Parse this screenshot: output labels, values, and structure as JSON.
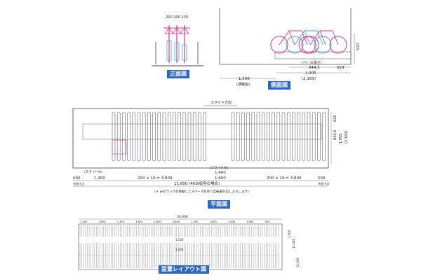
{
  "front": {
    "title": "正面図",
    "dims": [
      "200",
      "200",
      "200"
    ]
  },
  "side": {
    "title": "側面図",
    "height": "520",
    "base_label": "(ベース長さ)",
    "base": "844.5",
    "rear": "620",
    "total": "2,005",
    "total_paren": "(2,160)",
    "aisle": "1,500",
    "aisle_note": "(通路幅)"
  },
  "plan": {
    "title": "平面図",
    "slide_direction": "スライド方向",
    "slide_width_left": "(スライド巾)",
    "slide_width_center": "(スライド巾)",
    "left_margin_label": "余裕寸法",
    "right_margin_label": "余裕寸法",
    "margin_left": "500",
    "margin_right": "500",
    "slide_left": "1,400",
    "slide_center": "1,400",
    "seg1": "200 × 19 = 3,800",
    "seg2": "1,600",
    "seg3": "200 × 19 = 3,800",
    "total": "11,600 (40台収容の場合)",
    "note": "(＊ みのラックを移動してスペースを作り自転車を出し入れします)",
    "right_dims": [
      "620",
      "844.5",
      "1,955",
      "(2,160)"
    ]
  },
  "layout": {
    "title": "設置レイアウト図",
    "overall": "36,000",
    "top_dims": [
      "1,400",
      "3,800",
      "1,400",
      "3,800",
      "1,600",
      "3,800",
      "1,400",
      "3,800",
      "1,600",
      "3,800",
      "500"
    ],
    "row_label_1": "1,500",
    "row_label_2": "1,500",
    "side_dims": [
      "1,500",
      "11,000",
      "11,000"
    ]
  },
  "colors": {
    "accent": "#2c66c9",
    "bike_pink": "#e2308c",
    "bike_cyan": "#2ab1d8",
    "rack": "#666666"
  }
}
